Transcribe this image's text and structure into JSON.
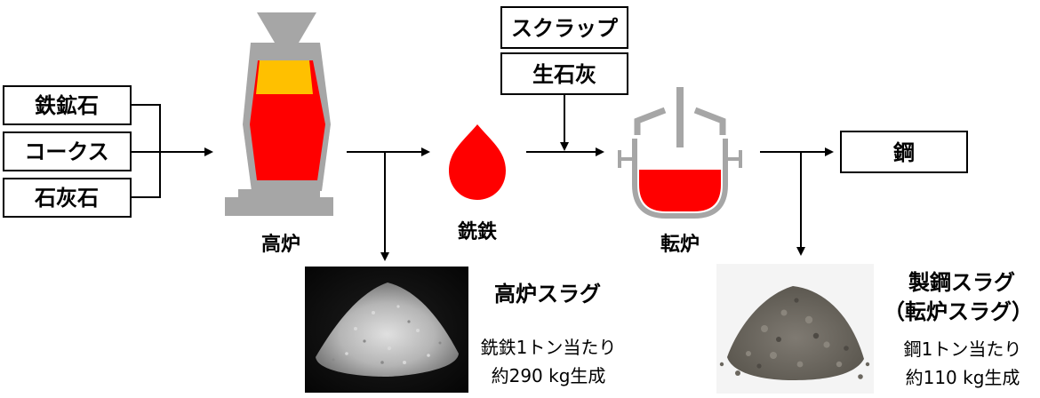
{
  "inputs": {
    "iron_ore": "鉄鉱石",
    "coke": "コークス",
    "limestone": "石灰石"
  },
  "additives": {
    "scrap": "スクラップ",
    "quicklime": "生石灰"
  },
  "stages": {
    "blast_furnace": "高炉",
    "pig_iron": "銑鉄",
    "converter": "転炉",
    "steel": "鋼"
  },
  "bf_slag": {
    "title": "高炉スラグ",
    "line1": "銑鉄1トン当たり",
    "line2": "約290 kg生成"
  },
  "steel_slag": {
    "title1": "製鋼スラグ",
    "title2": "（転炉スラグ）",
    "line1": "鋼1トン当たり",
    "line2": "約110 kg生成"
  },
  "colors": {
    "molten": "#ff0000",
    "coke_layer": "#ffc000",
    "furnace_shell": "#a6a6a6",
    "bf_slag_photo": "#b8b8b8",
    "steel_slag_photo": "#6e6a62"
  }
}
